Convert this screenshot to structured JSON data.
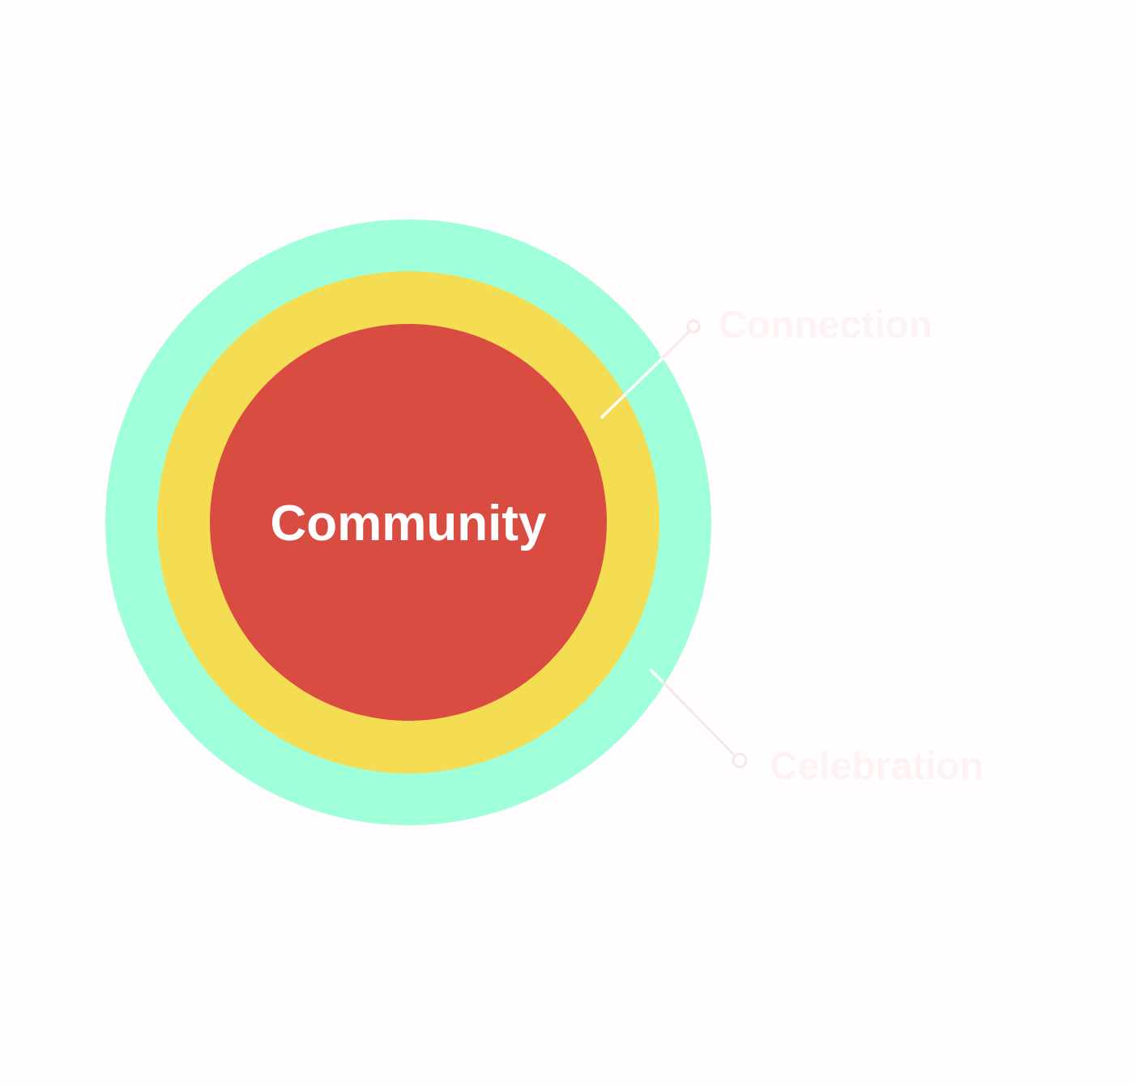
{
  "diagram": {
    "center_label": "Community",
    "rings": [
      {
        "name": "community-core",
        "color": "#d94c41"
      },
      {
        "name": "connection-ring",
        "color": "#f4dd52"
      },
      {
        "name": "celebration-ring",
        "color": "#9effd9"
      }
    ],
    "callouts": [
      {
        "label": "Connection",
        "color": "#fff2f2"
      },
      {
        "label": "Celebration",
        "color": "#fff2f2"
      }
    ],
    "center_label_color": "#ffffff",
    "background_color": "#fffdfd"
  }
}
